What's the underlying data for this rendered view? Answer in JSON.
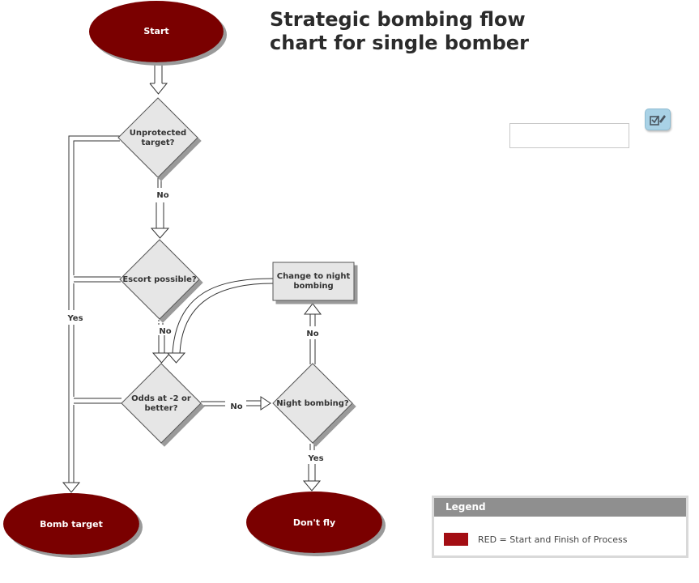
{
  "title": "Strategic bombing flow chart for single bomber",
  "title_lines": [
    "Strategic bombing flow",
    "chart for single bomber"
  ],
  "colors": {
    "terminal_fill": "#7a0000",
    "decision_fill": "#e6e6e6",
    "process_fill": "#e6e6e6",
    "legend_header": "#8f8f8f",
    "legend_swatch": "#a30d13",
    "edit_button": "#a9d2e6"
  },
  "nodes": {
    "start": {
      "label": "Start",
      "type": "terminal"
    },
    "unprotected": {
      "label": [
        "Unprotected",
        "target?"
      ],
      "type": "decision"
    },
    "escort": {
      "label": [
        "Escort possible?"
      ],
      "type": "decision"
    },
    "odds": {
      "label": [
        "Odds at -2 or",
        "better?"
      ],
      "type": "decision"
    },
    "night": {
      "label": [
        "Night bombing?"
      ],
      "type": "decision"
    },
    "change": {
      "label": [
        "Change to night",
        "bombing"
      ],
      "type": "process"
    },
    "bomb": {
      "label": "Bomb target",
      "type": "terminal"
    },
    "dontfly": {
      "label": "Don't fly",
      "type": "terminal"
    }
  },
  "edge_labels": {
    "unprotected_no": "No",
    "escort_no": "No",
    "yes_left": "Yes",
    "odds_no": "No",
    "night_no": "No",
    "night_yes": "Yes"
  },
  "note_input": {
    "value": "",
    "placeholder": ""
  },
  "edit_button": {
    "icon": "edit-checklist-icon"
  },
  "legend": {
    "header": "Legend",
    "items": [
      {
        "color": "#a30d13",
        "label": "RED = Start and Finish of Process"
      }
    ]
  }
}
